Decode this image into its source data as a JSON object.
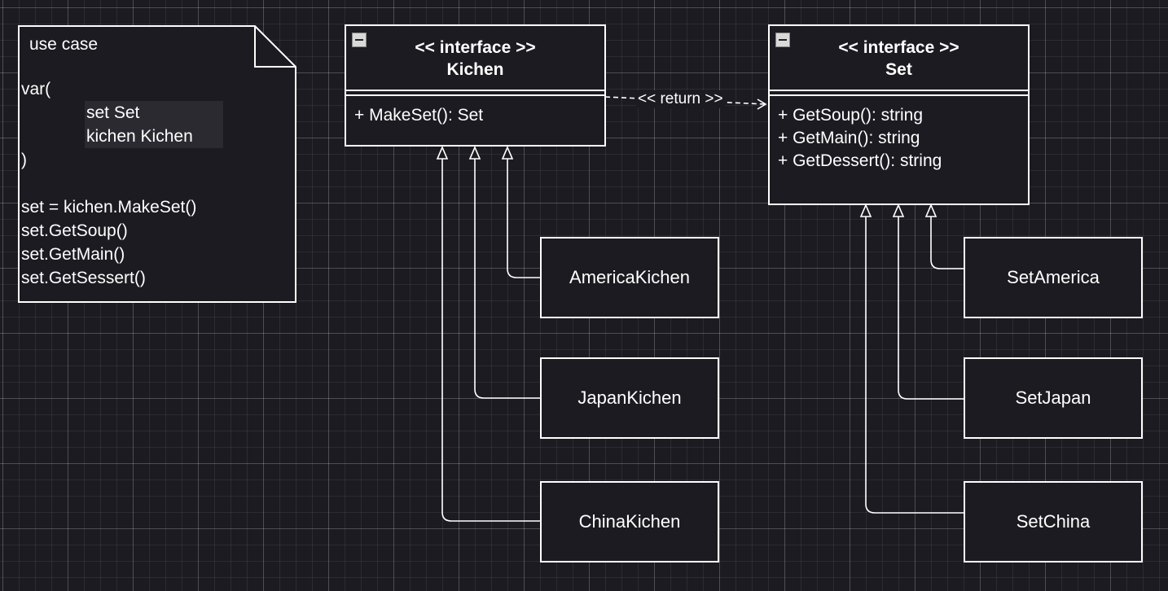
{
  "note": {
    "title": "use case",
    "lines": [
      "var(",
      "set Set",
      "kichen Kichen",
      ")",
      "set = kichen.MakeSet()",
      "set.GetSoup()",
      "set.GetMain()",
      "set.GetSessert()"
    ]
  },
  "kichen_interface": {
    "stereotype": "<< interface >>",
    "name": "Kichen",
    "methods": [
      "+ MakeSet(): Set"
    ]
  },
  "set_interface": {
    "stereotype": "<< interface >>",
    "name": "Set",
    "methods": [
      "+ GetSoup(): string",
      "+ GetMain(): string",
      "+ GetDessert(): string"
    ]
  },
  "return_label": "<< return >>",
  "kichen_impls": [
    "AmericaKichen",
    "JapanKichen",
    "ChinaKichen"
  ],
  "set_impls": [
    "SetAmerica",
    "SetJapan",
    "SetChina"
  ],
  "colors": {
    "background": "#1c1b21",
    "stroke": "#ffffff"
  }
}
